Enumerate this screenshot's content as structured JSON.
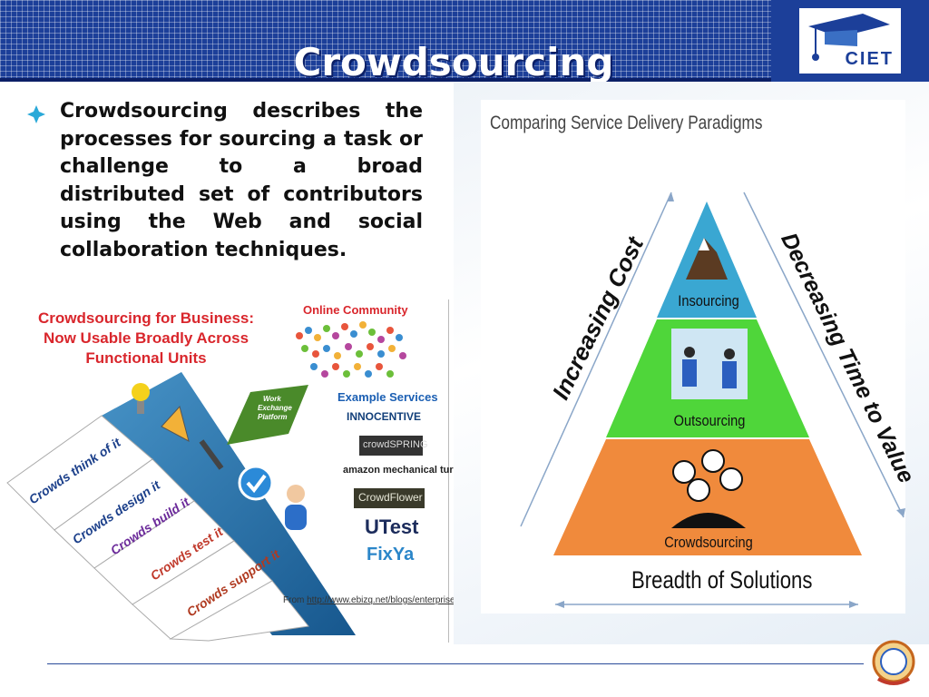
{
  "slide": {
    "title": "Crowdsourcing",
    "logo_text": "CIET",
    "bullet": "Crowdsourcing describes the processes for sourcing a task or challenge to a broad distributed set of contributors using the Web and social collaboration techniques."
  },
  "left_figure": {
    "title_lines": [
      "Crowdsourcing for Business:",
      "Now Usable Broadly Across",
      "Functional Units"
    ],
    "online_community": "Online Community",
    "platform_lines": [
      "Work",
      "Exchange",
      "Platform"
    ],
    "example_services_label": "Example Services",
    "services": [
      "INNOCENTIVE",
      "crowdSPRING",
      "amazon mechanical turk",
      "CrowdFlower",
      "UTest",
      "FixYa"
    ],
    "crowd_rows": [
      "Crowds think of it",
      "Crowds design it",
      "Crowds build it",
      "Crowds test it",
      "Crowds support it"
    ],
    "source_prefix": "From ",
    "source_url": "http://www.ebizq.net/blogs/enterprise"
  },
  "right_figure": {
    "title": "Comparing Service Delivery Paradigms",
    "tiers": [
      "Insourcing",
      "Outsourcing",
      "Crowdsourcing"
    ],
    "left_axis": "Increasing Cost",
    "right_axis": "Decreasing Time to Value",
    "bottom_axis": "Breadth of Solutions"
  },
  "colors": {
    "header": "#1c3f99",
    "insourcing": "#3aa7d2",
    "outsourcing": "#4fd63a",
    "crowdsourcing": "#f08a3c",
    "business_title": "#d9262c"
  }
}
